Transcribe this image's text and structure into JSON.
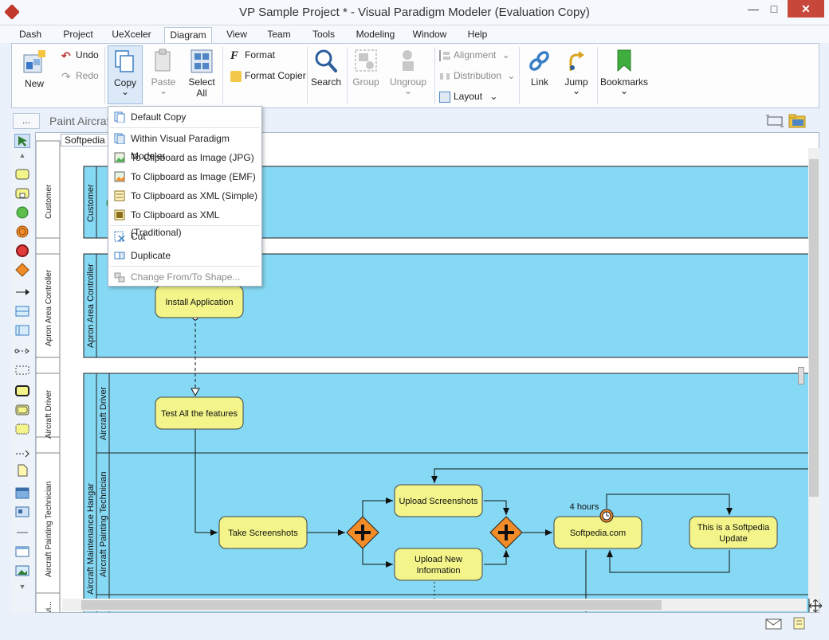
{
  "window": {
    "title": "VP Sample Project * - Visual Paradigm Modeler (Evaluation Copy)",
    "minimize": "—",
    "maximize": "□",
    "close": "✕"
  },
  "menu": [
    "Dash",
    "Project",
    "UeXceler",
    "Diagram",
    "View",
    "Team",
    "Tools",
    "Modeling",
    "Window",
    "Help"
  ],
  "active_menu": "Diagram",
  "ribbon": {
    "new": "New",
    "undo": "Undo",
    "redo": "Redo",
    "copy": "Copy",
    "paste": "Paste",
    "select_all_1": "Select",
    "select_all_2": "All",
    "format": "Format",
    "format_copier": "Format Copier",
    "search": "Search",
    "group": "Group",
    "ungroup": "Ungroup",
    "alignment": "Alignment",
    "distribution": "Distribution",
    "layout": "Layout",
    "link": "Link",
    "jump": "Jump",
    "bookmarks": "Bookmarks",
    "dropdown_arrow": "⌄"
  },
  "breadcrumb": {
    "more": "...",
    "diagram": "Paint Aircraft"
  },
  "canvas": {
    "tab_label": "Softpedia -",
    "outer_pools": [
      "Customer",
      "Apron Area Controller",
      "Aircraft Driver",
      "Aircraft Painting Technician",
      "vi..."
    ]
  },
  "diagram": {
    "lanes": {
      "customer": "Customer",
      "apron": "Apron Area Controller",
      "driver": "Aircraft Driver",
      "hangar": "Aircraft Maintenance Hangar",
      "painting": "Aircraft Painting Technician"
    },
    "tasks": {
      "install": "Install Application",
      "test": "Test All the features",
      "take": "Take Screenshots",
      "upload_screens": "Upload Screenshots",
      "upload_new_1": "Upload New",
      "upload_new_2": "Information",
      "softpedia": "Softpedia.com",
      "update_1": "This is a Softpedia",
      "update_2": "Update"
    },
    "timer": "4 hours"
  },
  "context_menu": {
    "items": [
      {
        "label": "Default Copy",
        "enabled": true
      },
      {
        "label": "Within Visual Paradigm Modeler",
        "enabled": true
      },
      {
        "label": "To Clipboard as Image (JPG)",
        "enabled": true
      },
      {
        "label": "To Clipboard as Image (EMF)",
        "enabled": true
      },
      {
        "label": "To Clipboard as XML (Simple)",
        "enabled": true
      },
      {
        "label": "To Clipboard as XML (Traditional)",
        "enabled": true
      },
      {
        "label": "Cut",
        "enabled": true
      },
      {
        "label": "Duplicate",
        "enabled": true
      },
      {
        "label": "Change From/To Shape...",
        "enabled": false
      }
    ]
  },
  "colors": {
    "lane_fill": "#86d9f4",
    "task_fill": "#f3f58a",
    "gateway_fill": "#f28c28",
    "accent": "#3b7fc4"
  }
}
